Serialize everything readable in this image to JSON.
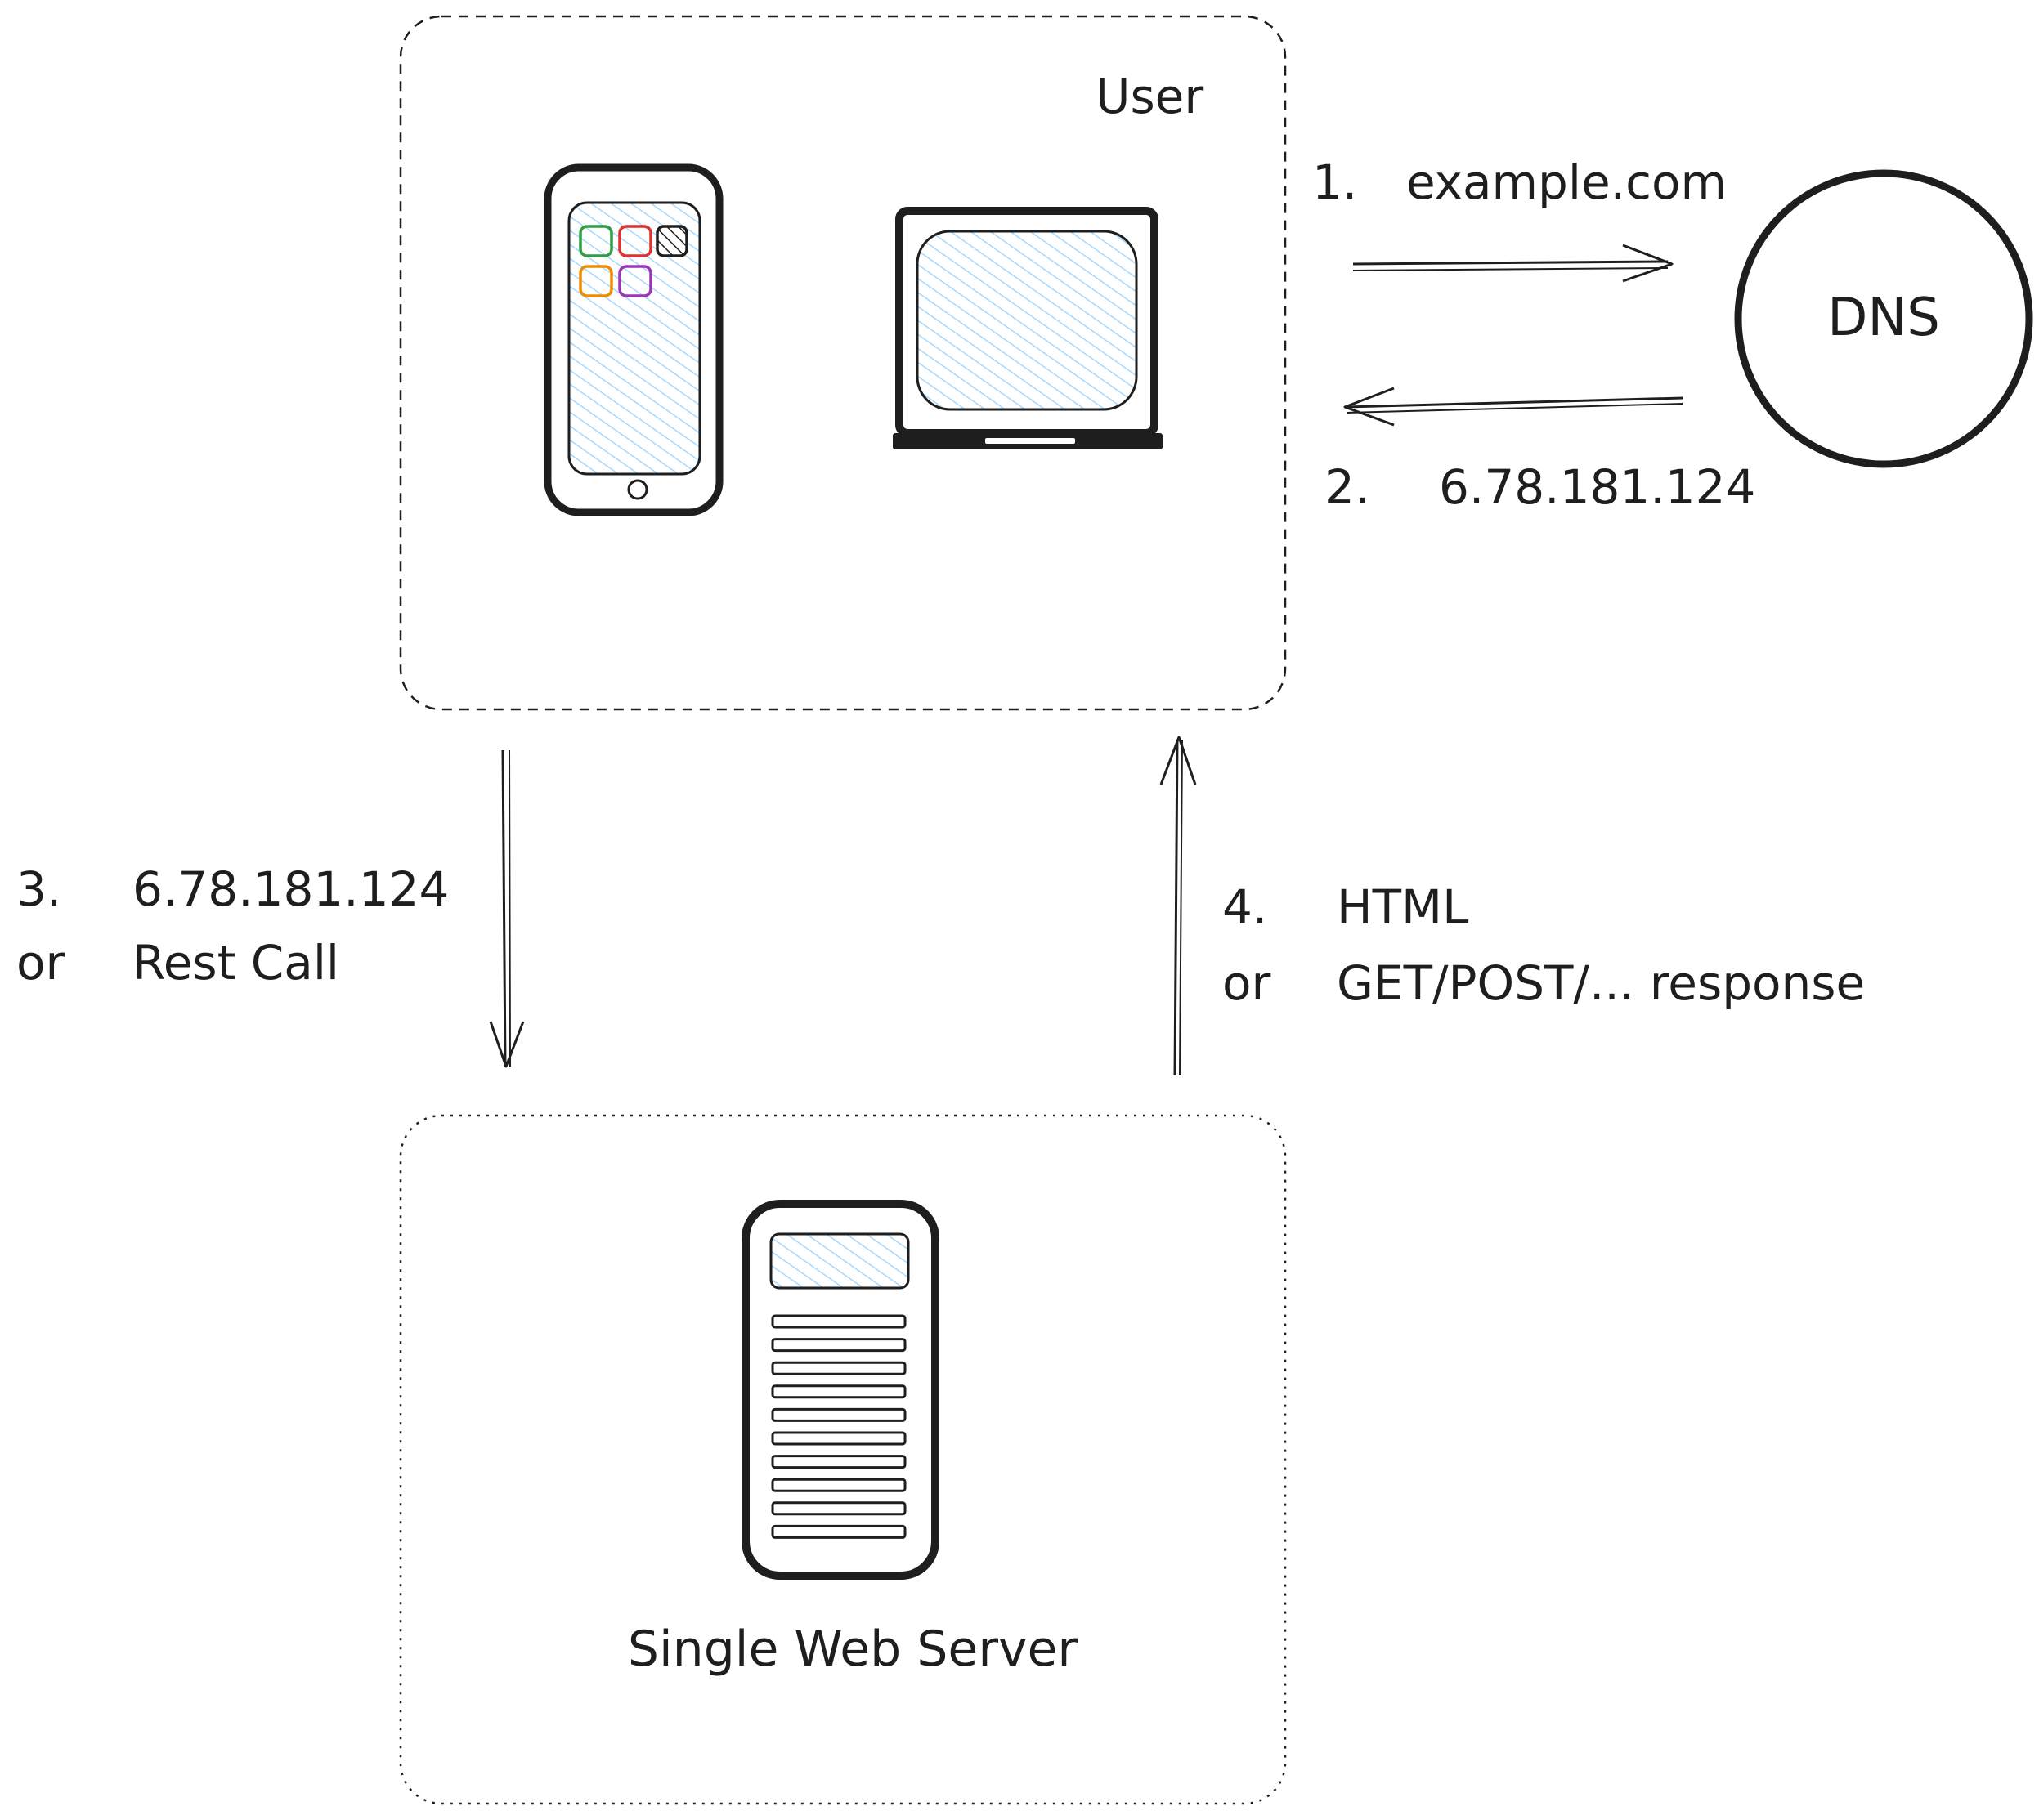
{
  "user_box": {
    "label": "User"
  },
  "dns": {
    "label": "DNS"
  },
  "server_box": {
    "label": "Single Web Server"
  },
  "steps": {
    "step1": {
      "number": "1.",
      "text": "example.com"
    },
    "step2": {
      "number": "2.",
      "text": "6.78.181.124"
    },
    "step3": {
      "number": "3.",
      "text": "6.78.181.124",
      "or": "or",
      "alt": "Rest Call"
    },
    "step4": {
      "number": "4.",
      "text": "HTML",
      "or": "or",
      "alt": "GET/POST/... response"
    }
  },
  "icons": {
    "phone": "smartphone-icon",
    "laptop": "laptop-icon",
    "server": "server-icon"
  },
  "colors": {
    "stroke": "#1e1e1e",
    "screen_fill": "#a5d8ff",
    "app_green": "#2f9e44",
    "app_red": "#e03131",
    "app_orange": "#f08c00",
    "app_purple": "#9c36b5"
  }
}
